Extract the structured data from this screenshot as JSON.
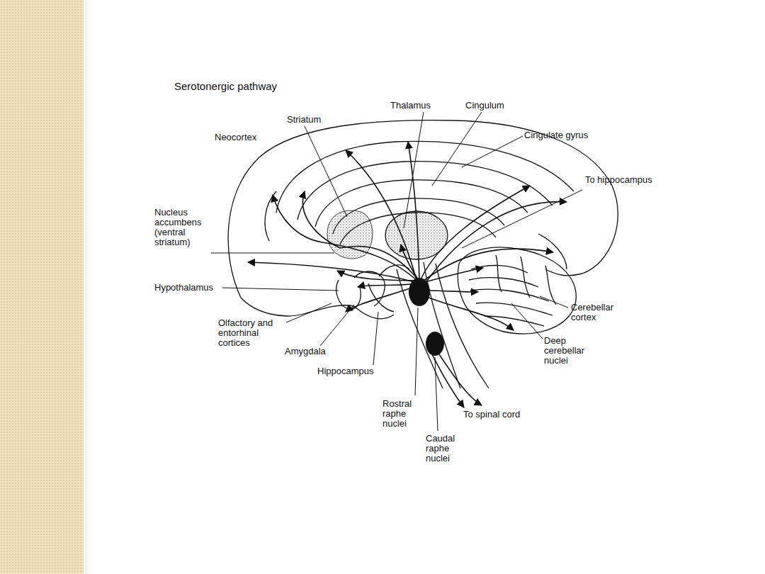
{
  "diagram": {
    "title": "Serotonergic pathway",
    "labels": [
      "Thalamus",
      "Cingulum",
      "Striatum",
      "Neocortex",
      "Cingulate gyrus",
      "To hippocampus",
      "Nucleus accumbens (ventral striatum)",
      "Hypothalamus",
      "Olfactory and entorhinal cortices",
      "Amygdala",
      "Hippocampus",
      "Rostral raphe nuclei",
      "Caudal raphe nuclei",
      "To spinal cord",
      "Cerebellar cortex",
      "Deep cerebellar nuclei"
    ]
  }
}
